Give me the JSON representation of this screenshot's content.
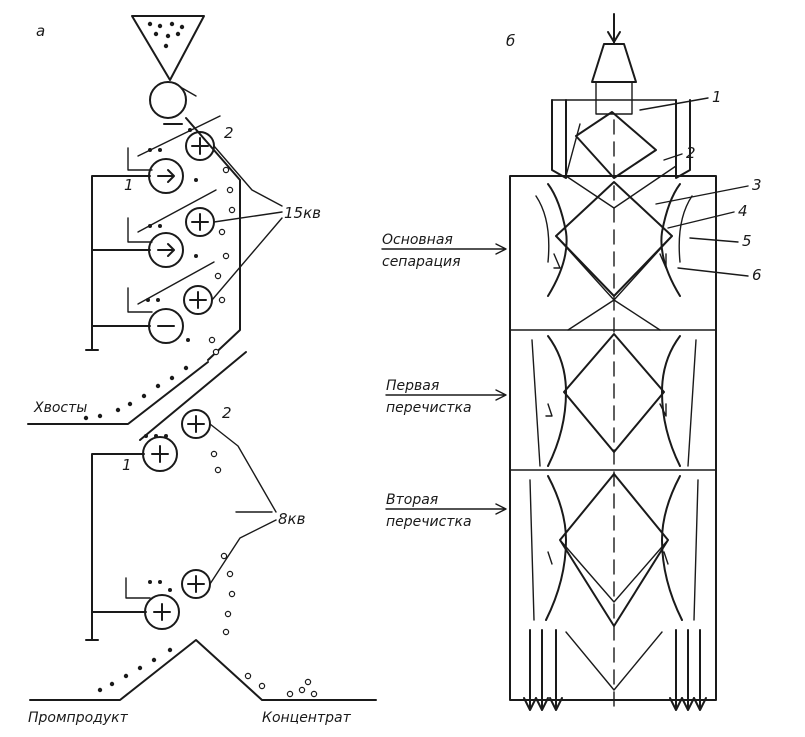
{
  "panel_a": {
    "label": "а",
    "roll_numbers": [
      "1",
      "2",
      "1",
      "2"
    ],
    "voltage_upper": "15кв",
    "voltage_lower": "8кв",
    "tails": "Хвосты",
    "middlings": "Промпродукт",
    "concentrate": "Концентрат"
  },
  "panel_b": {
    "label": "б",
    "numbers": [
      "1",
      "2",
      "3",
      "4",
      "5",
      "6"
    ],
    "stage1_line1": "Основная",
    "stage1_line2": "сепарация",
    "stage2_line1": "Первая",
    "stage2_line2": "перечистка",
    "stage3_line1": "Вторая",
    "stage3_line2": "перечистка"
  }
}
